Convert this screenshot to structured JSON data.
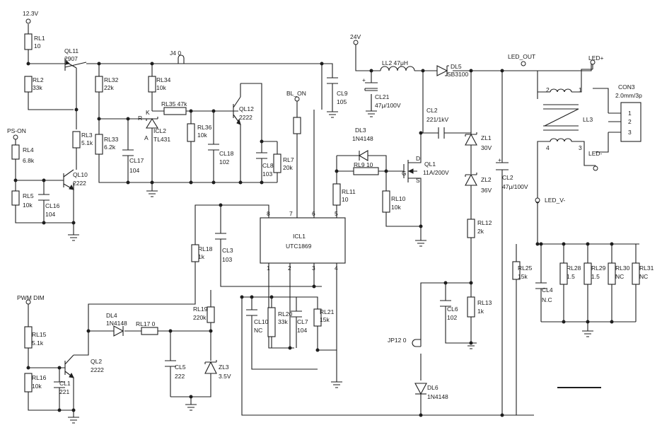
{
  "power": {
    "v12": "12.3V",
    "v24": "24V",
    "ps_on": "PS-ON",
    "pwm_dim": "PWM DIM",
    "bl_on": "BL_ON",
    "led_out": "LED_OUT",
    "led_v_minus": "LED_V-",
    "led_plus": "LED+",
    "led_minus": "LED-"
  },
  "jumpers": {
    "j4": "J4 0",
    "jp12": "JP12 0"
  },
  "ic": {
    "ref": "ICL1",
    "part": "UTC1869",
    "pins": [
      "1",
      "2",
      "3",
      "4",
      "5",
      "6",
      "7",
      "8"
    ]
  },
  "resistors": {
    "rl1": [
      "RL1",
      "10"
    ],
    "rl2": [
      "RL2",
      "33k"
    ],
    "rl3": [
      "RL3",
      "5.1k"
    ],
    "rl4": [
      "RL4",
      "6.8k"
    ],
    "rl5": [
      "RL5",
      "10k"
    ],
    "rl32": [
      "RL32",
      "22k"
    ],
    "rl33": [
      "RL33",
      "6.2k"
    ],
    "rl34": [
      "RL34",
      "10k"
    ],
    "rl35": [
      "RL35 47k"
    ],
    "rl36": [
      "RL36",
      "10k"
    ],
    "rl7": [
      "RL7",
      "20k"
    ],
    "rl18": [
      "RL18",
      "1k"
    ],
    "rl19": [
      "RL19",
      "220k"
    ],
    "rl20": [
      "RL20",
      "33k"
    ],
    "rl21": [
      "RL21",
      "15k"
    ],
    "rl17": [
      "RL17 0"
    ],
    "rl15": [
      "RL15",
      "5.1k"
    ],
    "rl16": [
      "RL16",
      "10k"
    ],
    "rl9": [
      "RL9 10"
    ],
    "rl11": [
      "RL11",
      "10"
    ],
    "rl10": [
      "RL10",
      "10k"
    ],
    "rl12": [
      "RL12",
      "2k"
    ],
    "rl13": [
      "RL13",
      "1k"
    ],
    "rl25": [
      "RL25",
      "15k"
    ],
    "rl28": [
      "RL28",
      "1.5"
    ],
    "rl29": [
      "RL29",
      "1.5"
    ],
    "rl30": [
      "RL30",
      "NC"
    ],
    "rl31": [
      "RL31",
      "NC"
    ]
  },
  "capacitors": {
    "cl16": [
      "CL16",
      "104"
    ],
    "cl17": [
      "CL17",
      "104"
    ],
    "cl18": [
      "CL18",
      "102"
    ],
    "cl8": [
      "CL8",
      "103"
    ],
    "cl9": [
      "CL9",
      "105"
    ],
    "cl3": [
      "CL3",
      "103"
    ],
    "cl10": [
      "CL10",
      "NC"
    ],
    "cl7": [
      "CL7",
      "104"
    ],
    "cl1": [
      "CL1",
      "221"
    ],
    "cl5": [
      "CL5",
      "222"
    ],
    "cl21": [
      "CL21",
      "47μ/100V"
    ],
    "cl2a": [
      "CL2",
      "221/1kV"
    ],
    "cl2b": [
      "CL2",
      "47μ/100V"
    ],
    "cl6": [
      "CL6",
      "102"
    ],
    "cl4": [
      "CL4",
      "N.C"
    ]
  },
  "transistors": {
    "ql11": [
      "QL11",
      "2907"
    ],
    "ql10": [
      "QL10",
      "2222"
    ],
    "ql12": [
      "QL12",
      "2222"
    ],
    "ql2": [
      "QL2",
      "2222"
    ],
    "ql1": [
      "QL1",
      "11A/200V"
    ]
  },
  "diodes": {
    "icl2": [
      "ICL2",
      "TL431"
    ],
    "dl4": [
      "DL4",
      "1N4148"
    ],
    "zl3": [
      "ZL3",
      "3.5V"
    ],
    "dl3": [
      "DL3",
      "1N4148"
    ],
    "dl5": [
      "DL5",
      "SB3100"
    ],
    "zl1": [
      "ZL1",
      "30V"
    ],
    "zl2": [
      "ZL2",
      "36V"
    ],
    "dl6": [
      "DL6",
      "1N4148"
    ]
  },
  "inductor": {
    "ll2": "LL2 47μH",
    "ll3": "LL3"
  },
  "connector": {
    "ref": "CON3",
    "spec": "2.0mm/3p",
    "pins": [
      "1",
      "2",
      "3"
    ]
  },
  "tl431_pins": {
    "k": "K",
    "r": "R",
    "a": "A"
  },
  "mosfet_pins": {
    "d": "D",
    "g": "G",
    "s": "S"
  },
  "transformer_pins": {
    "p1": "1",
    "p2": "2",
    "p3": "3",
    "p4": "4"
  }
}
